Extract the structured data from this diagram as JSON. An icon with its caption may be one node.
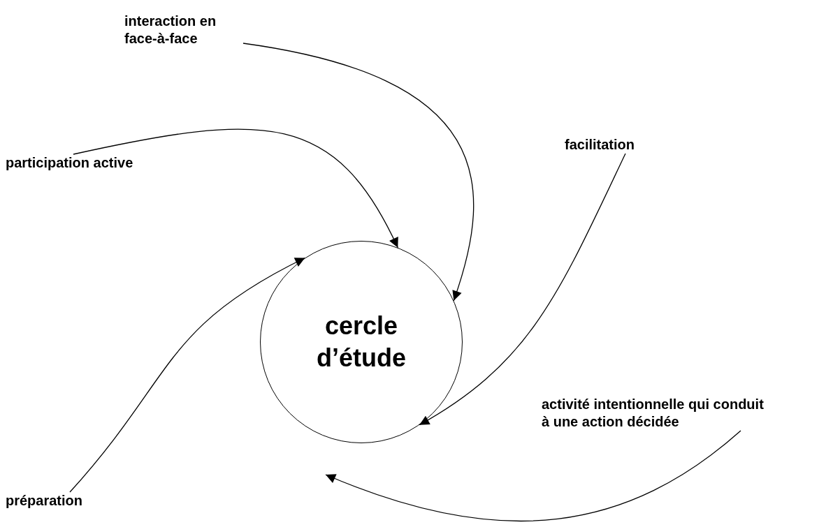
{
  "diagram": {
    "nodes": [
      {
        "text": [
          "interaction en face-à-face"
        ]
      },
      {
        "text": [
          "participation active"
        ]
      },
      {
        "text": [
          "facilitation"
        ]
      },
      {
        "text": [
          "cercle d’étude"
        ]
      },
      {
        "text": [
          "activité intentionnelle qui conduit à une action décidée"
        ]
      },
      {
        "text": [
          "préparation"
        ]
      }
    ],
    "edges": [
      {
        "from": 0,
        "to": 3,
        "arrow": "to"
      },
      {
        "from": 1,
        "to": 3,
        "arrow": "to"
      },
      {
        "from": 2,
        "to": 3,
        "arrow": "to"
      },
      {
        "from": 5,
        "to": 3,
        "arrow": "to"
      },
      {
        "from": 4,
        "to": null,
        "arrow": "to"
      }
    ]
  }
}
